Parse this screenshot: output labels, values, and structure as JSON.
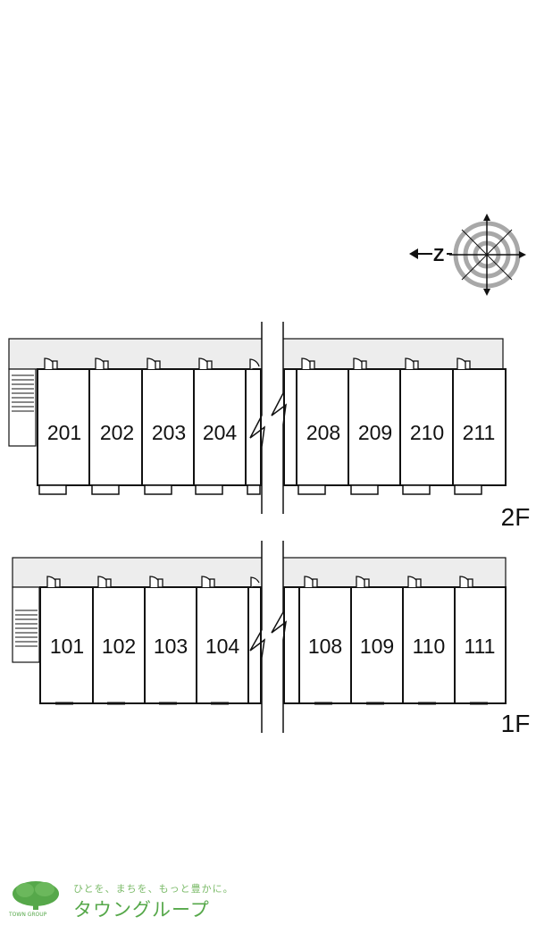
{
  "compass": {
    "letter": "Z"
  },
  "floors": [
    {
      "label": "2F",
      "left_units": [
        "201",
        "202",
        "203",
        "204"
      ],
      "right_units": [
        "208",
        "209",
        "210",
        "211"
      ]
    },
    {
      "label": "1F",
      "left_units": [
        "101",
        "102",
        "103",
        "104"
      ],
      "right_units": [
        "108",
        "109",
        "110",
        "111"
      ]
    }
  ],
  "footer": {
    "tagline": "ひとを、まちを、もっと豊かに。",
    "brand": "タウングループ",
    "brand_sub": "TOWN GROUP"
  },
  "colors": {
    "line": "#111111",
    "corridor": "#ededed",
    "compass_gray": "#a8a8a8",
    "brand_green": "#56a84a"
  }
}
